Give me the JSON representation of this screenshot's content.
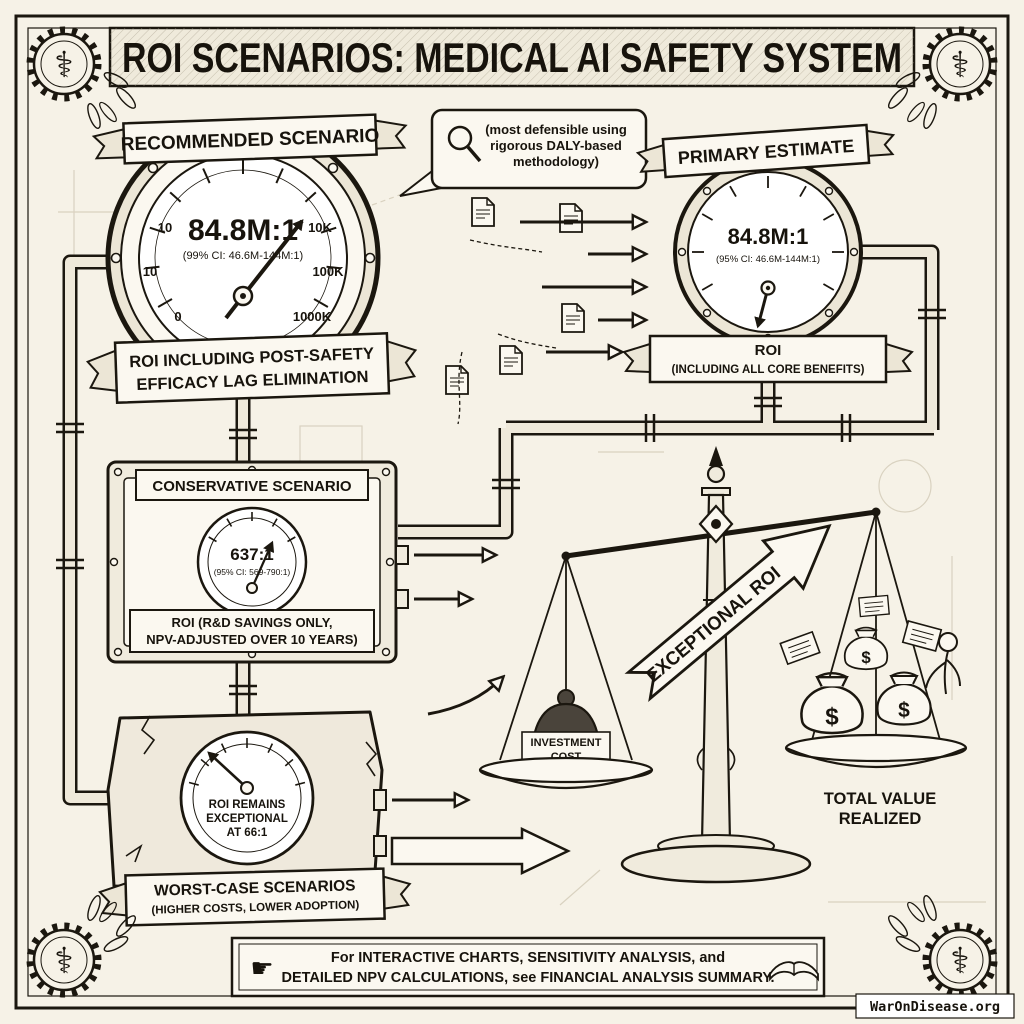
{
  "title": {
    "text": "ROI SCENARIOS: MEDICAL AI SAFETY SYSTEM"
  },
  "recommended": {
    "banner": "RECOMMENDED SCENARIO",
    "value": "84.8M:1",
    "ci": "(99% CI: 46.6M-144M:1)",
    "ticks": [
      "10",
      "10K",
      "10",
      "100K",
      "0",
      "1000K"
    ],
    "caption_line1": "ROI INCLUDING POST-SAFETY",
    "caption_line2": "EFFICACY LAG ELIMINATION"
  },
  "callout": {
    "line1": "(most defensible using",
    "line2": "rigorous DALY-based",
    "line3": "methodology)"
  },
  "primary": {
    "banner": "PRIMARY ESTIMATE",
    "value": "84.8M:1",
    "ci": "(95% CI: 46.6M-144M:1)",
    "caption_line1": "ROI",
    "caption_line2": "(INCLUDING ALL CORE BENEFITS)"
  },
  "conservative": {
    "banner": "CONSERVATIVE SCENARIO",
    "value": "637:1",
    "ci": "(95% CI: 569-790:1)",
    "caption_line1": "ROI (R&D SAVINGS ONLY,",
    "caption_line2": "NPV-ADJUSTED OVER 10 YEARS)"
  },
  "worst_case": {
    "gauge_line1": "ROI REMAINS",
    "gauge_line2": "EXCEPTIONAL",
    "gauge_line3": "AT 66:1",
    "banner_line1": "WORST-CASE SCENARIOS",
    "banner_line2": "(HIGHER COSTS, LOWER ADOPTION)"
  },
  "scale": {
    "arrow_label": "EXCEPTIONAL ROI",
    "weight_line1": "INVESTMENT",
    "weight_line2": "COST",
    "value_line1": "TOTAL VALUE",
    "value_line2": "REALIZED"
  },
  "footer": {
    "line1": "For INTERACTIVE CHARTS, SENSITIVITY ANALYSIS, and",
    "line2": "DETAILED NPV CALCULATIONS, see FINANCIAL ANALYSIS SUMMARY."
  },
  "watermark": "WarOnDisease.org",
  "icons": {
    "caduceus": "⚕",
    "pointing_hand": "☛",
    "dollar": "$"
  }
}
